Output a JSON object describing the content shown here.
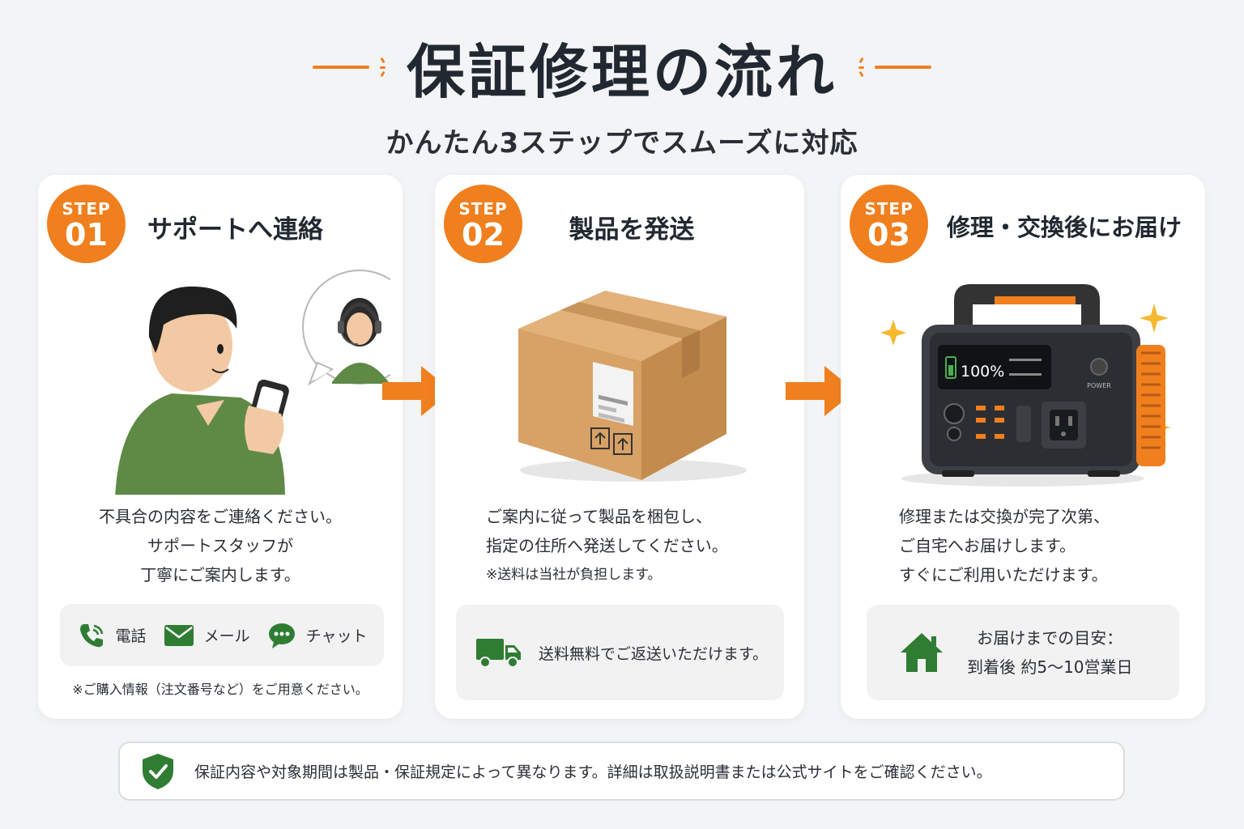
{
  "header": {
    "title": "保証修理の流れ",
    "subtitle": "かんたん3ステップでスムーズに対応"
  },
  "colors": {
    "accent": "#f07f1e",
    "green": "#2e7d32",
    "text": "#222831"
  },
  "steps": [
    {
      "step_label": "STEP",
      "number": "01",
      "title": "サポートへ連絡",
      "description": [
        "不具合の内容をご連絡ください。",
        "サポートスタッフが",
        "丁寧にご案内します。"
      ],
      "contacts": [
        {
          "label": "電話",
          "icon": "phone-icon"
        },
        {
          "label": "メール",
          "icon": "mail-icon"
        },
        {
          "label": "チャット",
          "icon": "chat-icon"
        }
      ],
      "footnote": "※ご購入情報（注文番号など）をご用意ください。"
    },
    {
      "step_label": "STEP",
      "number": "02",
      "title": "製品を発送",
      "description": [
        "ご案内に従って製品を梱包し、",
        "指定の住所へ発送してください。"
      ],
      "note": "※送料は当社が負担します。",
      "panel_text": "送料無料でご返送いただけます。",
      "panel_icon": "truck-icon"
    },
    {
      "step_label": "STEP",
      "number": "03",
      "title": "修理・交換後にお届け",
      "description": [
        "修理または交換が完了次第、",
        "ご自宅へお届けします。",
        "すぐにご利用いただけます。"
      ],
      "panel_icon": "house-icon",
      "panel_line1": "お届けまでの目安：",
      "panel_line2": "到着後 約5〜10営業日",
      "device": {
        "battery": "100%",
        "power_label": "POWER"
      }
    }
  ],
  "footer": {
    "icon": "shield-check-icon",
    "text": "保証内容や対象期間は製品・保証規定によって異なります。詳細は取扱説明書または公式サイトをご確認ください。"
  }
}
